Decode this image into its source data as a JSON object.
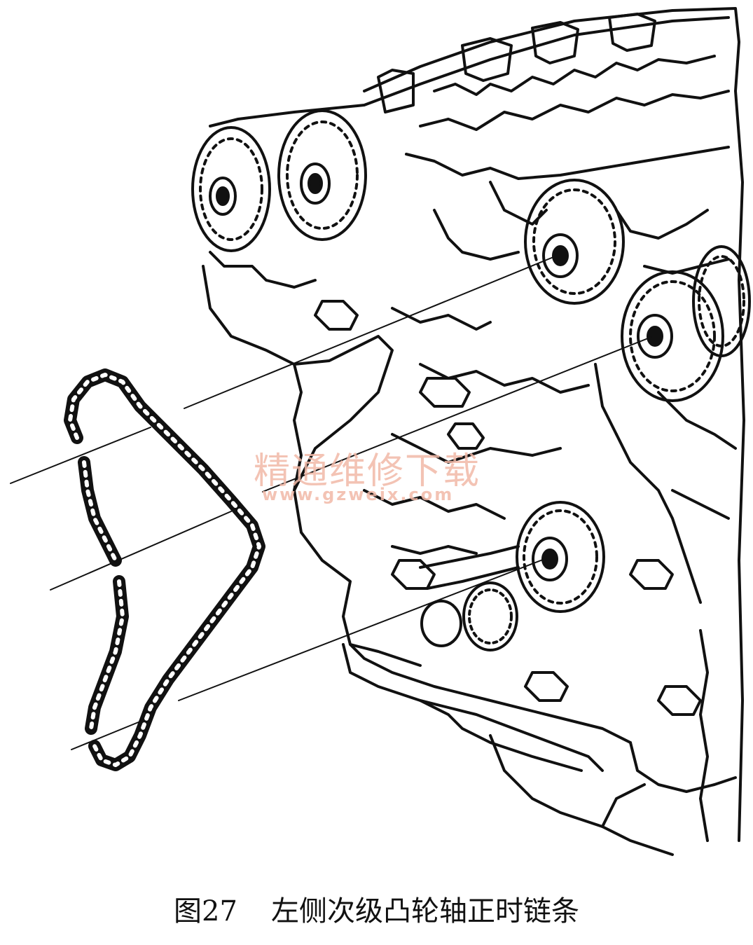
{
  "figure": {
    "caption_number": "图27",
    "caption_text": "左侧次级凸轮轴正时链条"
  },
  "watermark": {
    "title": "精通维修下载",
    "url": "www.gzweix.com",
    "color": "#f2b9a8"
  },
  "illustration": {
    "subject": "engine-with-camshaft-sprockets-and-timing-chain",
    "line_color": "#111111"
  }
}
